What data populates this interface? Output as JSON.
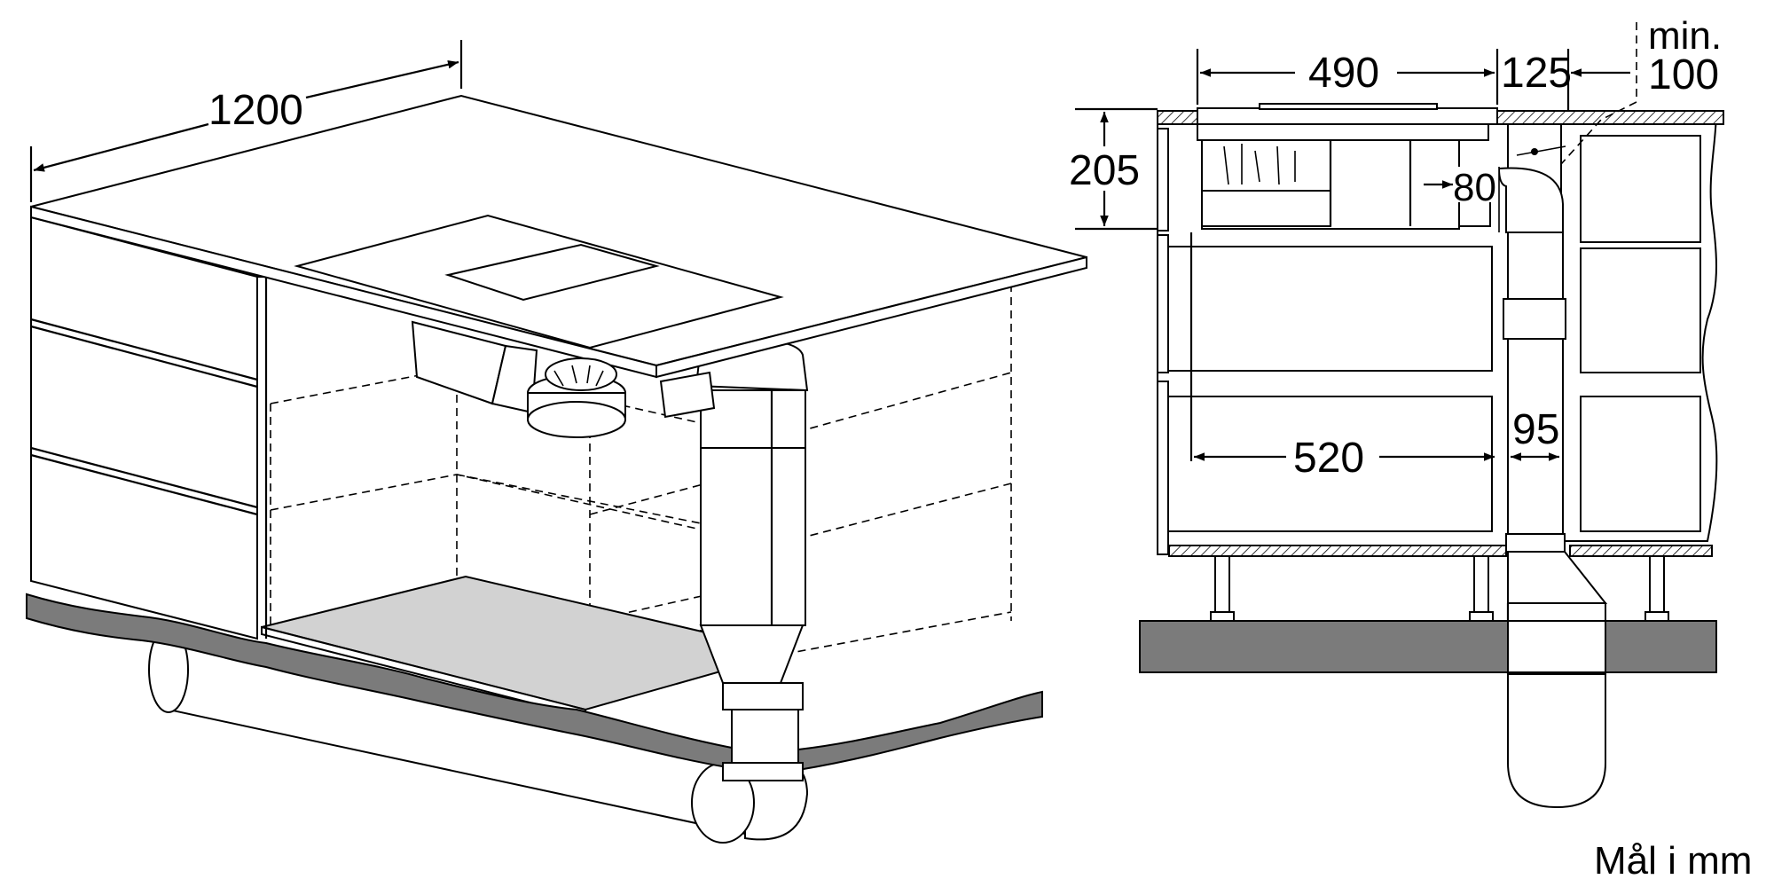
{
  "perspective_view": {
    "width_label": "1200"
  },
  "section_view": {
    "depth_hob_label": "490",
    "gap_label": "125",
    "min_label": "min.",
    "min_value_label": "100",
    "height_label": "205",
    "duct_label": "80",
    "cabinet_depth_label": "520",
    "duct_width_label": "95"
  },
  "units_note": "Mål i mm"
}
